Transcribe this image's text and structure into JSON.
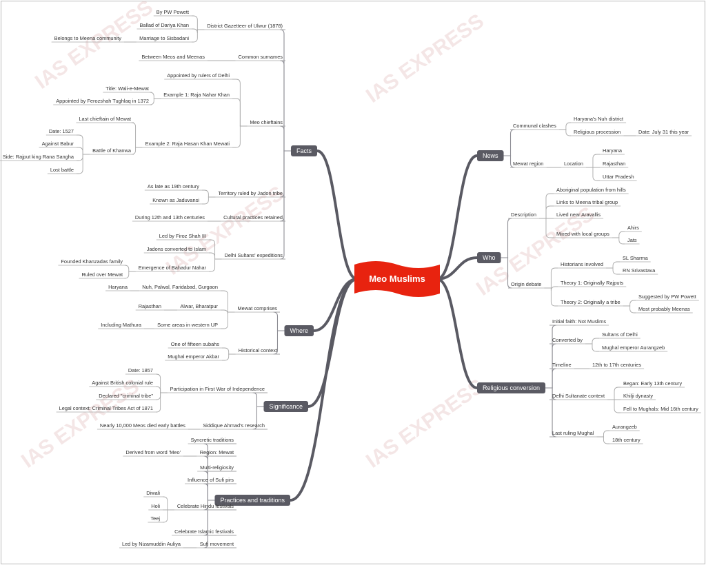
{
  "colors": {
    "accent": "#e8230f",
    "branch": "#5a5a63",
    "line": "#5a5a63",
    "leaf_line": "#a9a9a9",
    "text": "#333333",
    "watermark": "#e8c9c9"
  },
  "watermark": "IAS EXPRESS",
  "root": {
    "label": "Meo Muslims",
    "children": [
      {
        "label": "News",
        "children": [
          {
            "label": "Communal clashes",
            "children": [
              {
                "label": "Haryana's Nuh district"
              },
              {
                "label": "Religious procession",
                "children": [
                  {
                    "label": "Date: July 31 this year"
                  }
                ]
              }
            ]
          },
          {
            "label": "Mewat region",
            "children": [
              {
                "label": "Location",
                "children": [
                  {
                    "label": "Haryana"
                  },
                  {
                    "label": "Rajasthan"
                  },
                  {
                    "label": "Uttar Pradesh"
                  }
                ]
              }
            ]
          }
        ]
      },
      {
        "label": "Who",
        "children": [
          {
            "label": "Description",
            "children": [
              {
                "label": "Aboriginal population from hills"
              },
              {
                "label": "Links to Meena tribal group"
              },
              {
                "label": "Lived near Aravallis"
              },
              {
                "label": "Mixed with local groups",
                "children": [
                  {
                    "label": "Ahirs"
                  },
                  {
                    "label": "Jats"
                  }
                ]
              }
            ]
          },
          {
            "label": "Origin debate",
            "children": [
              {
                "label": "Historians involved",
                "children": [
                  {
                    "label": "SL Sharma"
                  },
                  {
                    "label": "RN Srivastava"
                  }
                ]
              },
              {
                "label": "Theory 1: Originally Rajputs"
              },
              {
                "label": "Theory 2: Originally a tribe",
                "children": [
                  {
                    "label": "Suggested by PW Powett"
                  },
                  {
                    "label": "Most probably Meenas"
                  }
                ]
              }
            ]
          }
        ]
      },
      {
        "label": "Religious conversion",
        "children": [
          {
            "label": "Initial faith: Not Muslims"
          },
          {
            "label": "Converted by",
            "children": [
              {
                "label": "Sultans of Delhi"
              },
              {
                "label": "Mughal emperor Aurangzeb"
              }
            ]
          },
          {
            "label": "Timeline",
            "children": [
              {
                "label": "12th to 17th centuries"
              }
            ]
          },
          {
            "label": "Delhi Sultanate context",
            "children": [
              {
                "label": "Began: Early 13th century"
              },
              {
                "label": "Khilji dynasty"
              },
              {
                "label": "Fell to Mughals: Mid 16th century"
              }
            ]
          },
          {
            "label": "Last ruling Mughal",
            "children": [
              {
                "label": "Aurangzeb"
              },
              {
                "label": "18th century"
              }
            ]
          }
        ]
      },
      {
        "label": "Facts",
        "children": [
          {
            "label": "District Gazetteer of Ulwur (1878)",
            "children": [
              {
                "label": "By PW Powett"
              },
              {
                "label": "Ballad of Dariya Khan"
              },
              {
                "label": "Marriage to Sisbadani",
                "children": [
                  {
                    "label": "Belongs to Meena community"
                  }
                ]
              }
            ]
          },
          {
            "label": "Common surnames",
            "children": [
              {
                "label": "Between Meos and Meenas"
              }
            ]
          },
          {
            "label": "Meo chieftains",
            "children": [
              {
                "label": "Appointed by rulers of Delhi"
              },
              {
                "label": "Example 1: Raja Nahar Khan",
                "children": [
                  {
                    "label": "Title: Wali-e-Mewat"
                  },
                  {
                    "label": "Appointed by Ferozshah Tughlaq in 1372"
                  }
                ]
              },
              {
                "label": "Example 2: Raja Hasan Khan Mewati",
                "children": [
                  {
                    "label": "Last chieftain of Mewat"
                  },
                  {
                    "label": "Battle of Khanwa",
                    "children": [
                      {
                        "label": "Date: 1527"
                      },
                      {
                        "label": "Against Babur"
                      },
                      {
                        "label": "Side: Rajput king Rana Sangha"
                      },
                      {
                        "label": "Lost battle"
                      }
                    ]
                  }
                ]
              }
            ]
          },
          {
            "label": "Territory ruled by Jadon tribe",
            "children": [
              {
                "label": "As late as 19th century"
              },
              {
                "label": "Known as Jaduvansi"
              }
            ]
          },
          {
            "label": "Cultural practices retained",
            "children": [
              {
                "label": "During 12th and 13th centuries"
              }
            ]
          },
          {
            "label": "Delhi Sultans' expeditions",
            "children": [
              {
                "label": "Led by Firoz Shah III"
              },
              {
                "label": "Jadons converted to Islam"
              },
              {
                "label": "Emergence of Bahadur Nahar",
                "children": [
                  {
                    "label": "Founded Khanzadas family"
                  },
                  {
                    "label": "Ruled over Mewat"
                  }
                ]
              }
            ]
          }
        ]
      },
      {
        "label": "Where",
        "children": [
          {
            "label": "Mewat comprises",
            "children": [
              {
                "label": "Nuh, Palwal, Faridabad, Gurgaon",
                "children": [
                  {
                    "label": "Haryana"
                  }
                ]
              },
              {
                "label": "Alwar, Bharatpur",
                "children": [
                  {
                    "label": "Rajasthan"
                  }
                ]
              },
              {
                "label": "Some areas in western UP",
                "children": [
                  {
                    "label": "Including Mathura"
                  }
                ]
              }
            ]
          },
          {
            "label": "Historical context",
            "children": [
              {
                "label": "One of fifteen subahs"
              },
              {
                "label": "Mughal emperor Akbar"
              }
            ]
          }
        ]
      },
      {
        "label": "Significance",
        "children": [
          {
            "label": "Participation in First War of Independence",
            "children": [
              {
                "label": "Date: 1857"
              },
              {
                "label": "Against British colonial rule"
              },
              {
                "label": "Declared \"criminal tribe\""
              },
              {
                "label": "Legal context: Criminal Tribes Act of 1871"
              }
            ]
          },
          {
            "label": "Siddique Ahmad's research",
            "children": [
              {
                "label": "Nearly 10,000 Meos died early battles"
              }
            ]
          }
        ]
      },
      {
        "label": "Practices and traditions",
        "children": [
          {
            "label": "Syncretic traditions"
          },
          {
            "label": "Region: Mewat",
            "children": [
              {
                "label": "Derived from word 'Meo'"
              }
            ]
          },
          {
            "label": "Multi-religiosity"
          },
          {
            "label": "Influence of Sufi pirs"
          },
          {
            "label": "Celebrate Hindu festivals",
            "children": [
              {
                "label": "Diwali"
              },
              {
                "label": "Holi"
              },
              {
                "label": "Teej"
              }
            ]
          },
          {
            "label": "Celebrate Islamic festivals"
          },
          {
            "label": "Sufi movement",
            "children": [
              {
                "label": "Led by Nizamuddin Auliya"
              }
            ]
          }
        ]
      }
    ]
  }
}
